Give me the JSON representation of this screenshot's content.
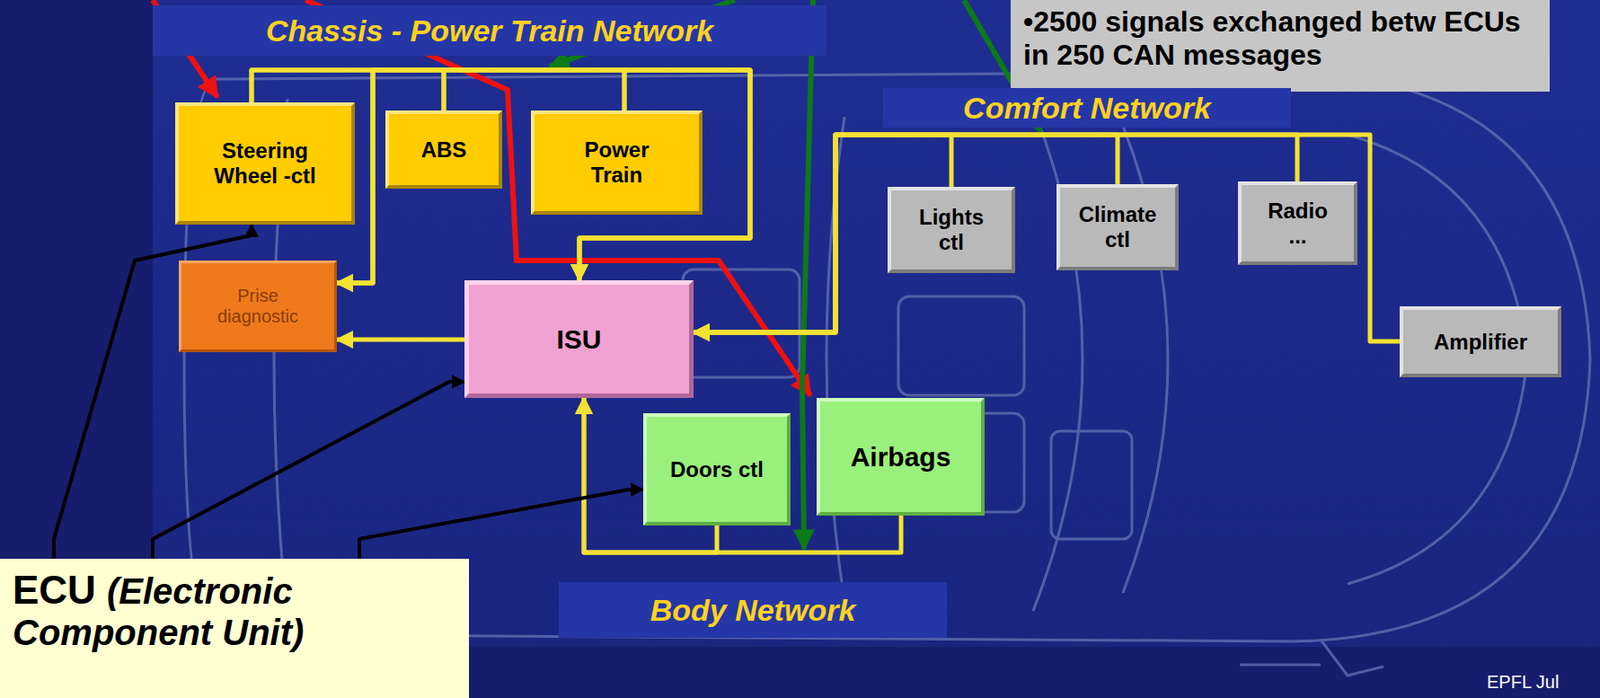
{
  "diagram": {
    "nodes": [
      {
        "text": [
          "Chassis - Power Train Network"
        ]
      },
      {
        "text": [
          "•2500 signals exchanged betw ECUs in 250 CAN messages"
        ]
      },
      {
        "text": [
          "Comfort Network"
        ]
      },
      {
        "text": [
          "Steering Wheel -ctl"
        ]
      },
      {
        "text": [
          "ABS"
        ]
      },
      {
        "text": [
          "Power Train"
        ]
      },
      {
        "text": [
          "Lights ctl"
        ]
      },
      {
        "text": [
          "Climate ctl"
        ]
      },
      {
        "text": [
          "Radio ..."
        ]
      },
      {
        "text": [
          "Prise diagnostic"
        ]
      },
      {
        "text": [
          "ISU"
        ]
      },
      {
        "text": [
          "Amplifier"
        ]
      },
      {
        "text": [
          "Doors ctl"
        ]
      },
      {
        "text": [
          "Airbags"
        ]
      },
      {
        "text": [
          "ECU",
          "(Electronic Component Unit)"
        ]
      },
      {
        "text": [
          "Body Network"
        ]
      }
    ],
    "edges": [
      {
        "from": 3,
        "to": 9,
        "arrow": "to"
      },
      {
        "from": 3,
        "to": 10,
        "arrow": "to"
      },
      {
        "from": 4,
        "to": 9,
        "arrow": "to"
      },
      {
        "from": 4,
        "to": 10,
        "arrow": "to"
      },
      {
        "from": 5,
        "to": 9,
        "arrow": "to"
      },
      {
        "from": 5,
        "to": 10,
        "arrow": "to"
      },
      {
        "from": 6,
        "to": 10,
        "arrow": "to"
      },
      {
        "from": 7,
        "to": 10,
        "arrow": "to"
      },
      {
        "from": 8,
        "to": 10,
        "arrow": "to"
      },
      {
        "from": 11,
        "to": 10,
        "arrow": "to"
      },
      {
        "from": 12,
        "to": 10,
        "arrow": "to"
      },
      {
        "from": 13,
        "to": 10,
        "arrow": "to"
      },
      {
        "from": 10,
        "to": 9,
        "arrow": "to"
      },
      {
        "from": 14,
        "to": 3,
        "arrow": "to"
      },
      {
        "from": 14,
        "to": 10,
        "arrow": "to"
      },
      {
        "from": 14,
        "to": 12,
        "arrow": "to"
      }
    ],
    "labels": [
      "EPFL Jul"
    ]
  }
}
